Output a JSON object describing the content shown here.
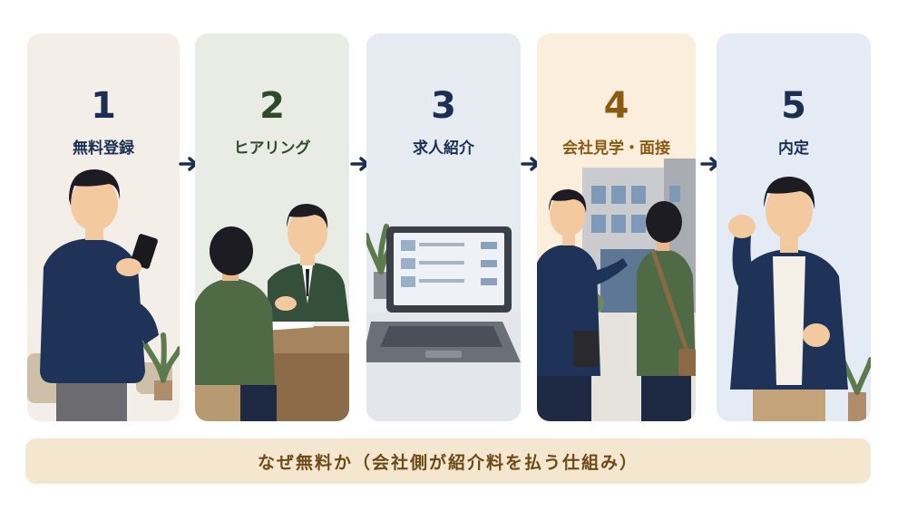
{
  "steps": [
    {
      "number": "1",
      "title": "無料登録",
      "number_color": "#1c2f52",
      "title_color": "#1c2f52"
    },
    {
      "number": "2",
      "title": "ヒアリング",
      "number_color": "#2f4a2a",
      "title_color": "#2f4a2a"
    },
    {
      "number": "3",
      "title": "求人紹介",
      "number_color": "#1c2f52",
      "title_color": "#1c2f52"
    },
    {
      "number": "4",
      "title": "会社見学・面接",
      "number_color": "#8a5a12",
      "title_color": "#8a5a12"
    },
    {
      "number": "5",
      "title": "内定",
      "number_color": "#1c2f52",
      "title_color": "#1c2f52"
    }
  ],
  "banner": {
    "text": "なぜ無料か（会社側が紹介料を払う仕組み）"
  },
  "colors": {
    "arrow": "#1c2f52",
    "navy": "#1f3358",
    "green": "#3c5a3a",
    "skin": "#f3c9a0",
    "hair": "#1c1c22"
  }
}
